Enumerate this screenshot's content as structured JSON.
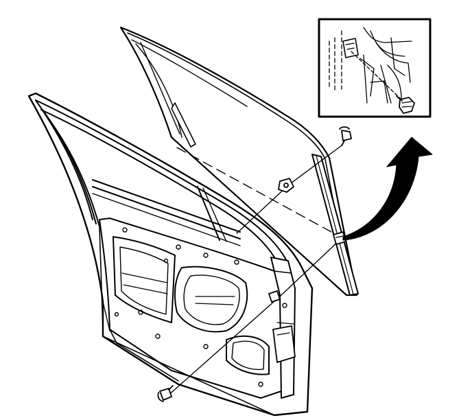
{
  "diagram": {
    "labels": [],
    "colors": {
      "ink": "#000000",
      "paper": "#ffffff",
      "shade": "#c8c8c8"
    },
    "parts": [
      "door-shell",
      "door-window-frame",
      "window-glass",
      "window-channel-run",
      "glass-mounting-clip",
      "upper-bolt",
      "lower-bolt",
      "guide-nut",
      "detail-inset",
      "detail-arrow"
    ],
    "icons": [
      "bolt-icon",
      "nut-icon",
      "curved-arrow-icon"
    ]
  }
}
